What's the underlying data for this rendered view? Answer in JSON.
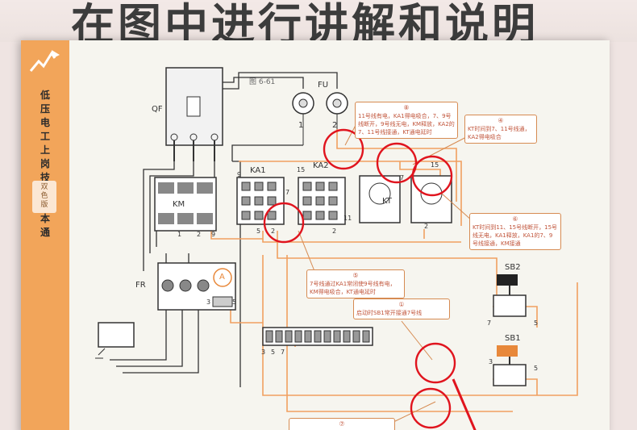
{
  "banner": {
    "title": "在图中进行讲解和说明"
  },
  "sidebar": {
    "title": "低压电工上岗技能一本通",
    "badge": "双色版"
  },
  "figure": {
    "caption": "图 6-61"
  },
  "labels": {
    "qf": "QF",
    "fu": "FU",
    "fu_terminal_1": "1",
    "fu_terminal_2": "2",
    "km": "KM",
    "ka1": "KA1",
    "ka2": "KA2",
    "kt": "KT",
    "fr": "FR",
    "ammeter": "A",
    "sb1": "SB1",
    "sb2": "SB2",
    "km_t1": "1",
    "km_t2": "2",
    "km_t9": "9",
    "ka1_t9": "9",
    "ka1_t7": "7",
    "ka1_t5": "5",
    "ka1_t2": "2",
    "ka2_t15": "15",
    "ka2_t11": "11",
    "ka2_t2": "2",
    "kt_t15": "15",
    "kt_t7": "7",
    "kt_t2": "2",
    "fr_t3": "3",
    "fr_t5": "5",
    "strip_t3": "3",
    "strip_t5": "5",
    "strip_t7": "7",
    "sb1_t3": "3",
    "sb1_t5": "5",
    "sb2_t7": "7",
    "sb2_t5": "5"
  },
  "notes": [
    {
      "num": "⑧",
      "text": "11号线有电，KA1得电吸合，7、9号线断开，9号线无电，KM释放，KA2的7、11号线接通，KT通电延时"
    },
    {
      "num": "④",
      "text": "KT时间到7、11号线通，KA2得电吸合"
    },
    {
      "num": "⑥",
      "text": "KT时间到11、15号线断开，15号线无电，KA1释放，KA1的7、9号线接通，KM接通"
    },
    {
      "num": "⑤",
      "text": "7号线通过KA1常闭使9号线有电，KM得电吸合，KT通电延时"
    },
    {
      "num": "①",
      "text": "启动时SB1常开接通7号线"
    },
    {
      "num": "⑦",
      "text": ""
    }
  ],
  "colors": {
    "accent_orange": "#e8883a",
    "wire_orange": "#f0a060",
    "circle_red": "#e0141e",
    "note_text": "#c1553b",
    "sidebar": "#f2a55a"
  }
}
